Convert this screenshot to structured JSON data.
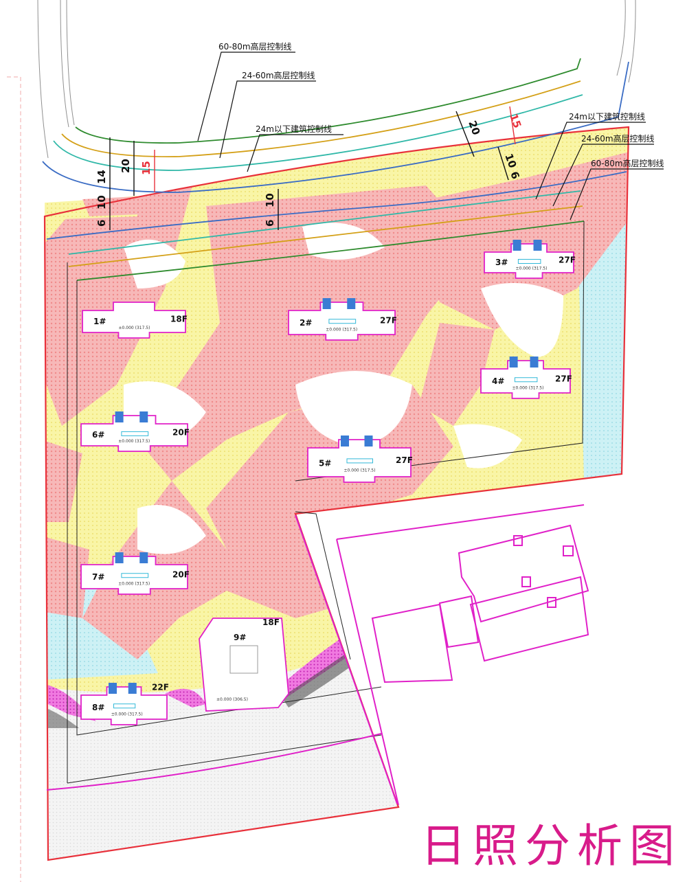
{
  "title": "日照分析图",
  "colors": {
    "red_shadow": "#f3a3a3",
    "yellow_shadow": "#f6f08a",
    "lightblue_shadow": "#bfeef3",
    "magenta": "#e020c8",
    "site_red": "#e8303a",
    "line_green": "#2e8b2e",
    "line_orange": "#d4a017",
    "line_teal": "#30b8a8",
    "line_blue": "#3a6cc4"
  },
  "control_lines": [
    {
      "label": "60-80m高层控制线"
    },
    {
      "label": "24-60m高层控制线"
    },
    {
      "label": "24m以下建筑控制线"
    },
    {
      "label": "24m以下建筑控制线"
    },
    {
      "label": "24-60m高层控制线"
    },
    {
      "label": "60-80m高层控制线"
    }
  ],
  "dimensions": {
    "left": [
      "14",
      "20",
      "15",
      "10",
      "6"
    ],
    "middle": [
      "10",
      "6"
    ],
    "right": [
      "20",
      "15",
      "10",
      "6"
    ]
  },
  "buildings": [
    {
      "id": "1#",
      "floors": "18F",
      "elev": "±0.000 (317.5)"
    },
    {
      "id": "2#",
      "floors": "27F",
      "elev": "±0.000 (317.5)"
    },
    {
      "id": "3#",
      "floors": "27F",
      "elev": "±0.000 (317.5)"
    },
    {
      "id": "4#",
      "floors": "27F",
      "elev": "±0.000 (317.5)"
    },
    {
      "id": "5#",
      "floors": "27F",
      "elev": "±0.000 (317.5)"
    },
    {
      "id": "6#",
      "floors": "20F",
      "elev": "±0.000 (317.5)"
    },
    {
      "id": "7#",
      "floors": "20F",
      "elev": "±0.000 (317.5)"
    },
    {
      "id": "8#",
      "floors": "22F",
      "elev": "±0.000 (317.5)"
    },
    {
      "id": "9#",
      "floors": "18F",
      "elev": "±0.000 (306.5)"
    }
  ]
}
